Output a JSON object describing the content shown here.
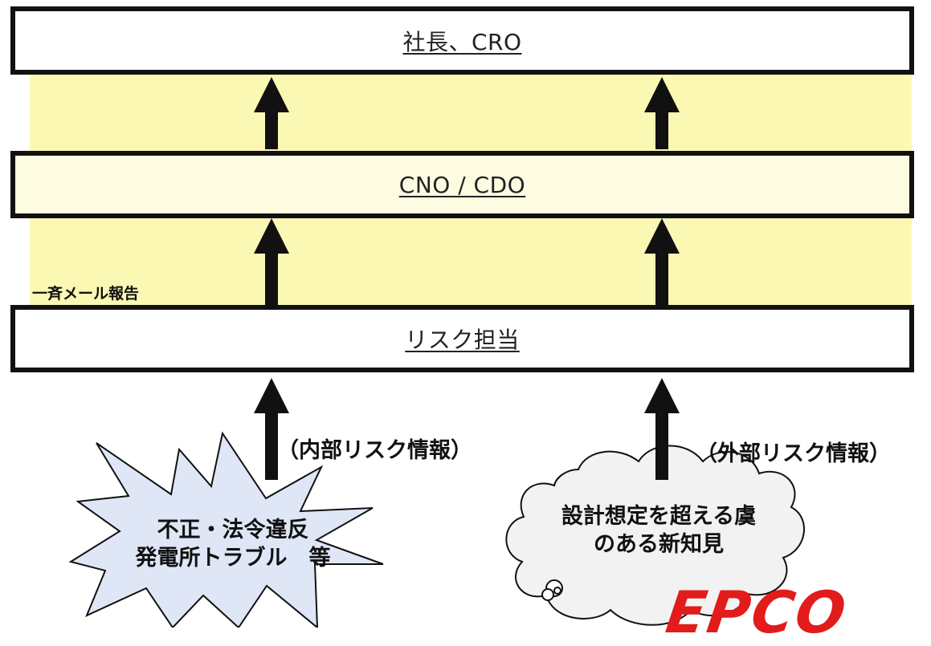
{
  "levels": {
    "top": "社長、CRO",
    "middle": "CNO / CDO",
    "bottom": "リスク担当"
  },
  "notes": {
    "broadcast": "一斉メール報告",
    "internal_info": "（内部リスク情報）",
    "external_info": "（外部リスク情報）"
  },
  "sources": {
    "internal_line1": "不正・法令違反",
    "internal_line2": "発電所トラブル　等",
    "external_line1": "設計想定を超える虞",
    "external_line2": "のある新知見"
  },
  "logo": "EPCO",
  "colors": {
    "band": "#fbf8b4",
    "middle_box": "#fdfbe0",
    "border": "#111111",
    "burst_fill": "#dfe6f6",
    "cloud_fill": "#f2f2f2",
    "logo": "#e21b1b"
  }
}
